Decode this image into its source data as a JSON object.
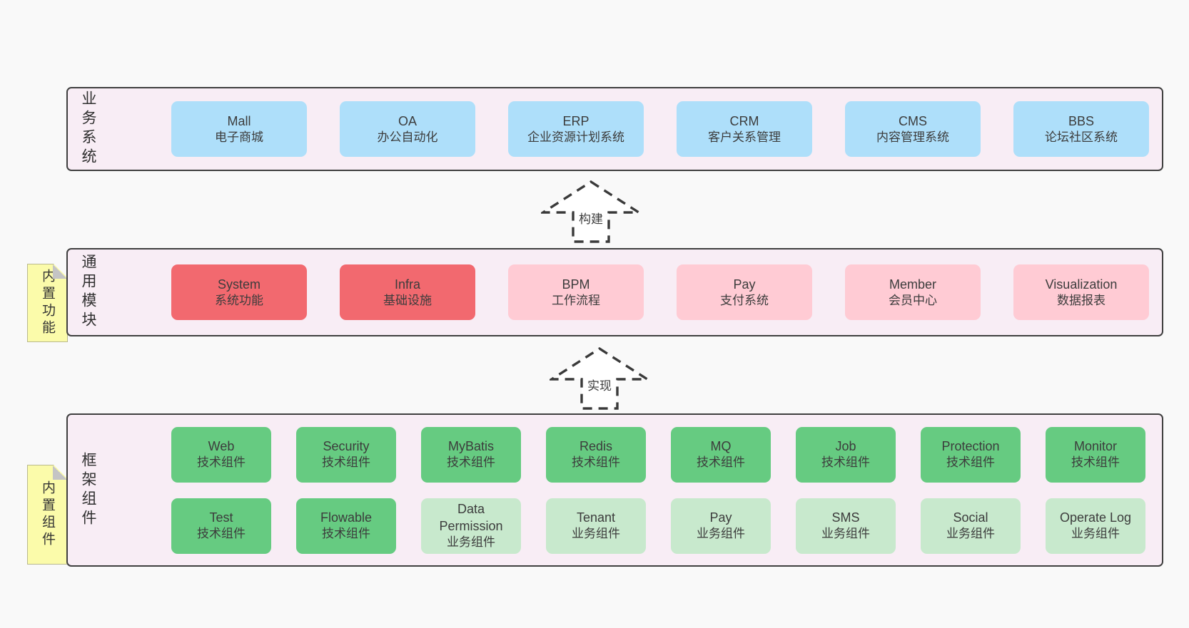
{
  "colors": {
    "page-bg": "#f9f9f9",
    "layer-bg": "#f8edf5",
    "layer-border": "#3f3f3f",
    "blue": "#aedffa",
    "red": "#f2696f",
    "pink": "#ffcbd4",
    "green": "#66cb81",
    "light-green": "#c8e9cd",
    "yellow": "#fbfbaa",
    "fold": "#c4c4c4",
    "text": "#3c3c3c"
  },
  "layers": [
    {
      "id": "business-systems",
      "label": "业务系统",
      "rows": [
        [
          {
            "name": "Mall",
            "desc": "电子商城",
            "variant": "blue"
          },
          {
            "name": "OA",
            "desc": "办公自动化",
            "variant": "blue"
          },
          {
            "name": "ERP",
            "desc": "企业资源计划系统",
            "variant": "blue"
          },
          {
            "name": "CRM",
            "desc": "客户关系管理",
            "variant": "blue"
          },
          {
            "name": "CMS",
            "desc": "内容管理系统",
            "variant": "blue"
          },
          {
            "name": "BBS",
            "desc": "论坛社区系统",
            "variant": "blue"
          }
        ]
      ]
    },
    {
      "id": "common-modules",
      "label": "通用模块",
      "sticky": "内置功能",
      "rows": [
        [
          {
            "name": "System",
            "desc": "系统功能",
            "variant": "red"
          },
          {
            "name": "Infra",
            "desc": "基础设施",
            "variant": "red"
          },
          {
            "name": "BPM",
            "desc": "工作流程",
            "variant": "pink"
          },
          {
            "name": "Pay",
            "desc": "支付系统",
            "variant": "pink"
          },
          {
            "name": "Member",
            "desc": "会员中心",
            "variant": "pink"
          },
          {
            "name": "Visualization",
            "desc": "数据报表",
            "variant": "pink"
          }
        ]
      ]
    },
    {
      "id": "framework-components",
      "label": "框架组件",
      "sticky": "内置组件",
      "rows": [
        [
          {
            "name": "Web",
            "desc": "技术组件",
            "variant": "green"
          },
          {
            "name": "Security",
            "desc": "技术组件",
            "variant": "green"
          },
          {
            "name": "MyBatis",
            "desc": "技术组件",
            "variant": "green"
          },
          {
            "name": "Redis",
            "desc": "技术组件",
            "variant": "green"
          },
          {
            "name": "MQ",
            "desc": "技术组件",
            "variant": "green"
          },
          {
            "name": "Job",
            "desc": "技术组件",
            "variant": "green"
          },
          {
            "name": "Protection",
            "desc": "技术组件",
            "variant": "green"
          },
          {
            "name": "Monitor",
            "desc": "技术组件",
            "variant": "green"
          }
        ],
        [
          {
            "name": "Test",
            "desc": "技术组件",
            "variant": "green"
          },
          {
            "name": "Flowable",
            "desc": "技术组件",
            "variant": "green"
          },
          {
            "name": "Data Permission",
            "desc": "业务组件",
            "variant": "light-green"
          },
          {
            "name": "Tenant",
            "desc": "业务组件",
            "variant": "light-green"
          },
          {
            "name": "Pay",
            "desc": "业务组件",
            "variant": "light-green"
          },
          {
            "name": "SMS",
            "desc": "业务组件",
            "variant": "light-green"
          },
          {
            "name": "Social",
            "desc": "业务组件",
            "variant": "light-green"
          },
          {
            "name": "Operate Log",
            "desc": "业务组件",
            "variant": "light-green"
          }
        ]
      ]
    }
  ],
  "arrows": [
    {
      "label": "构建"
    },
    {
      "label": "实现"
    }
  ]
}
